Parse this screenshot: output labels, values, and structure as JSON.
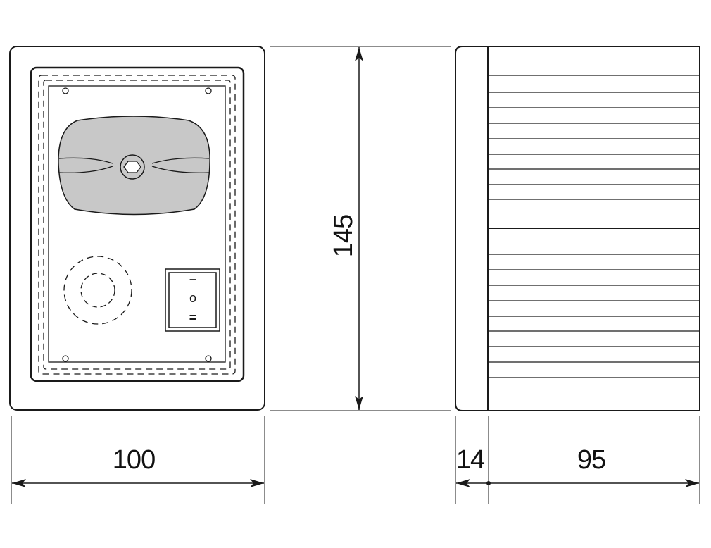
{
  "dimensions": {
    "front_width": "100",
    "height": "145",
    "side_depth_front": "14",
    "side_depth_body": "95"
  },
  "switch": {
    "top_mark": "–",
    "middle_mark": "o",
    "bottom_mark": "="
  },
  "colors": {
    "line": "#1a1a1a",
    "knob_fill": "#c8c8c8",
    "background": "#ffffff"
  }
}
